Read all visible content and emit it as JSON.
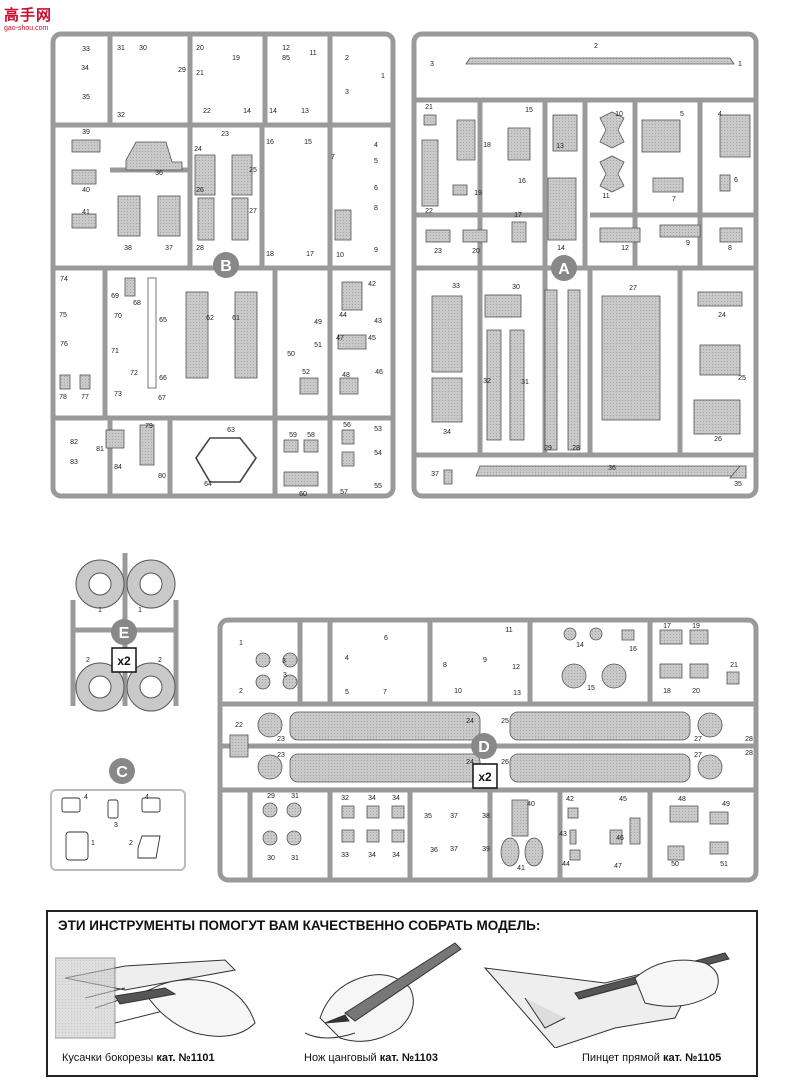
{
  "watermark": {
    "main": "高手网",
    "sub": "gao-shou.com"
  },
  "sprues": {
    "B": {
      "letter": "B",
      "parts": [
        "1",
        "2",
        "3",
        "4",
        "5",
        "6",
        "7",
        "8",
        "9",
        "10",
        "11",
        "12",
        "13",
        "14",
        "15",
        "16",
        "17",
        "18",
        "19",
        "20",
        "21",
        "22",
        "23",
        "24",
        "25",
        "26",
        "27",
        "28",
        "29",
        "30",
        "31",
        "32",
        "33",
        "34",
        "35",
        "36",
        "37",
        "38",
        "39",
        "40",
        "41",
        "42",
        "43",
        "44",
        "45",
        "46",
        "47",
        "48",
        "49",
        "50",
        "51",
        "52",
        "53",
        "54",
        "55",
        "56",
        "57",
        "58",
        "59",
        "60",
        "61",
        "62",
        "63",
        "64",
        "65",
        "66",
        "67",
        "68",
        "69",
        "70",
        "71",
        "72",
        "73",
        "74",
        "75",
        "76",
        "77",
        "78",
        "79",
        "80",
        "81",
        "82",
        "83",
        "84",
        "85"
      ]
    },
    "A": {
      "letter": "A",
      "parts": [
        "1",
        "2",
        "3",
        "4",
        "5",
        "6",
        "7",
        "8",
        "9",
        "10",
        "11",
        "12",
        "13",
        "14",
        "15",
        "16",
        "17",
        "18",
        "19",
        "20",
        "21",
        "22",
        "23",
        "24",
        "25",
        "26",
        "27",
        "28",
        "29",
        "30",
        "31",
        "32",
        "33",
        "34",
        "35",
        "36",
        "37"
      ]
    },
    "E": {
      "letter": "E",
      "multiplier": "x2",
      "parts": [
        "1",
        "1",
        "2",
        "2"
      ]
    },
    "C": {
      "letter": "C",
      "parts": [
        "1",
        "2",
        "3",
        "4",
        "4"
      ]
    },
    "D": {
      "letter": "D",
      "multiplier": "x2",
      "parts": [
        "1",
        "2",
        "3",
        "4",
        "5",
        "6",
        "7",
        "8",
        "9",
        "10",
        "11",
        "12",
        "13",
        "14",
        "15",
        "16",
        "17",
        "18",
        "19",
        "20",
        "21",
        "22",
        "23",
        "24",
        "25",
        "26",
        "27",
        "28",
        "29",
        "30",
        "31",
        "32",
        "33",
        "34",
        "35",
        "36",
        "37",
        "38",
        "39",
        "40",
        "41",
        "42",
        "43",
        "44",
        "45",
        "46",
        "47",
        "48",
        "49",
        "50",
        "51"
      ]
    }
  },
  "tools": {
    "title": "ЭТИ ИНСТРУМЕНТЫ ПОМОГУТ ВАМ КАЧЕСТВЕННО СОБРАТЬ МОДЕЛЬ:",
    "items": [
      {
        "name": "Кусачки бокорезы",
        "cat": "кат. №1101",
        "icon": "side-cutters-illustration"
      },
      {
        "name": "Нож цанговый",
        "cat": "кат. №1103",
        "icon": "hobby-knife-illustration"
      },
      {
        "name": "Пинцет прямой",
        "cat": "кат. №1105",
        "icon": "tweezers-illustration"
      }
    ]
  }
}
